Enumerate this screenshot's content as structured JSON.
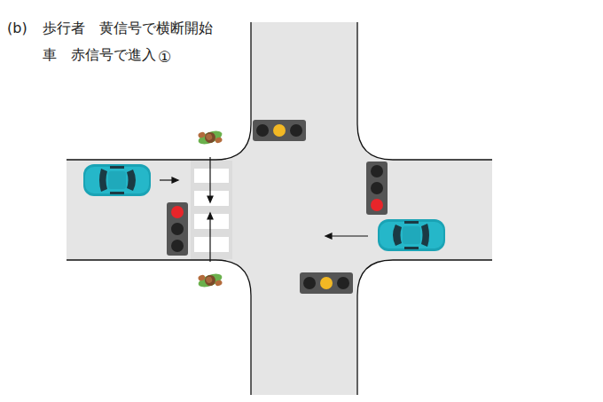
{
  "diagram": {
    "labels": [
      "(b)",
      "歩行者　黄信号で横断開始",
      "車　赤信号で進入",
      "①"
    ]
  }
}
